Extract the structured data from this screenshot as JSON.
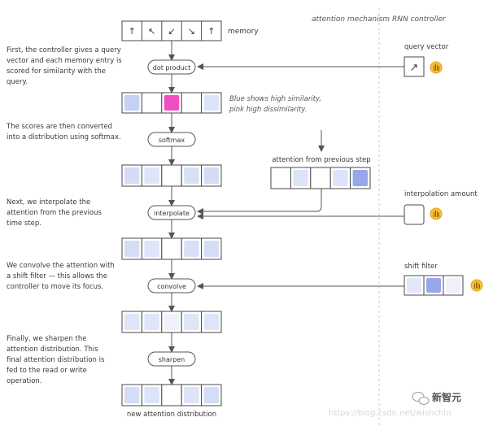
{
  "headers": {
    "attention_mechanism": "attention mechanism",
    "rnn_controller": "RNN controller"
  },
  "labels": {
    "memory": "memory",
    "query_vector": "query vector",
    "blue_note_1": "Blue shows high similarity,",
    "blue_note_2": "pink high dissimilarity.",
    "attention_prev": "attention from previous step",
    "interpolation_amount": "interpolation amount",
    "shift_filter": "shift filter",
    "new_attention": "new attention distribution"
  },
  "operations": {
    "dot_product": "dot product",
    "softmax": "softmax",
    "interpolate": "interpolate",
    "convolve": "convolve",
    "sharpen": "sharpen"
  },
  "descriptions": {
    "step1": [
      "First, the controller gives a query",
      "vector and each memory entry is",
      "scored for similarity with the",
      "query."
    ],
    "step2": [
      "The scores are then converted",
      "into a distribution using softmax."
    ],
    "step3": [
      "Next, we interpolate the",
      "attention from the previous",
      "time step."
    ],
    "step4": [
      "We convolve the attention with",
      "a shift filter — this allows the",
      "controller to move its focus."
    ],
    "step5": [
      "Finally, we sharpen the",
      "attention distribution. This",
      "final attention distribution is",
      "fed to the read or write",
      "operation."
    ]
  },
  "memory_arrows": [
    "↑",
    "↖",
    "↙",
    "↘",
    "↑"
  ],
  "query_arrow": "↗",
  "rows": {
    "scores": [
      "#c6cff4",
      "#ffffff",
      "#f04fc2",
      "#ffffff",
      "#dde3f8"
    ],
    "softmax": [
      "#d4dcf6",
      "#dfe5f9",
      "#ffffff",
      "#d8dff7",
      "#d4dcf6"
    ],
    "previous": [
      "#ffffff",
      "#dde3f8",
      "#ffffff",
      "#dde3f8",
      "#97a7e8"
    ],
    "interpolated": [
      "#d4dcf6",
      "#dfe5f9",
      "#ffffff",
      "#d8dff7",
      "#d4dcf6"
    ],
    "shift": [
      "#e3e8f9",
      "#97a7e8",
      "#eef1fb"
    ],
    "convolved": [
      "#dfe5f9",
      "#dfe5f9",
      "#eef1fb",
      "#dfe5f9",
      "#dfe5f9"
    ],
    "sharpened": [
      "#d4dcf6",
      "#dde3f8",
      "#ffffff",
      "#dde3f8",
      "#d4dcf6"
    ]
  },
  "colors": {
    "badge": "#f6c035",
    "badge_ring": "#e0a418",
    "divider": "#cccccc"
  },
  "badge_icon": "hand-pointer-icon",
  "watermark": {
    "url": "https://blog.csdn.net/wishchin",
    "brand": "新智元"
  }
}
